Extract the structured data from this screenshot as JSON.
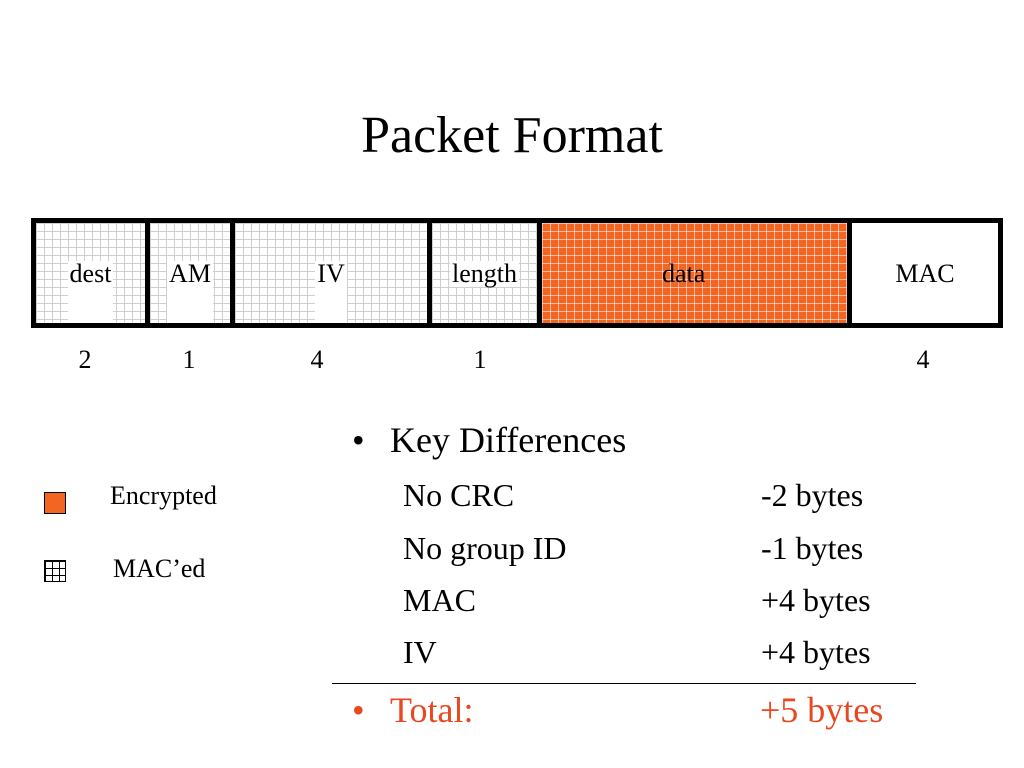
{
  "title": "Packet Format",
  "fields": [
    {
      "label": "dest",
      "size": "2",
      "style": "maced"
    },
    {
      "label": "AM",
      "size": "1",
      "style": "maced"
    },
    {
      "label": "IV",
      "size": "4",
      "style": "maced"
    },
    {
      "label": "length",
      "size": "1",
      "style": "maced"
    },
    {
      "label": "data",
      "size": "",
      "style": "encrypted"
    },
    {
      "label": "MAC",
      "size": "4",
      "style": "plain"
    }
  ],
  "legend": {
    "encrypted": "Encrypted",
    "maced": "MAC’ed",
    "encrypted_color": "#f26522"
  },
  "key_differences": {
    "heading": "Key Differences",
    "rows": [
      {
        "item": "No CRC",
        "value": "-2 bytes"
      },
      {
        "item": "No group ID",
        "value": "-1 bytes"
      },
      {
        "item": "MAC",
        "value": "+4 bytes"
      },
      {
        "item": "IV",
        "value": "+4 bytes"
      }
    ]
  },
  "total": {
    "label": "Total:",
    "value": "+5 bytes",
    "color": "#e8471f"
  },
  "bullet": "•"
}
